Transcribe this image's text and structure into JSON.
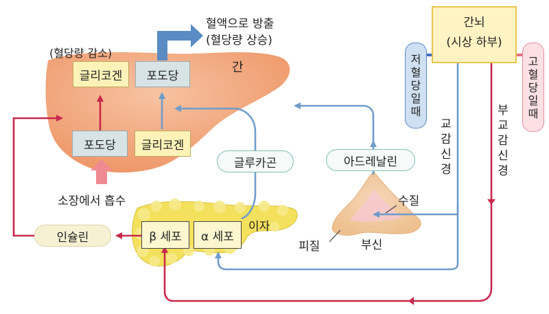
{
  "top": {
    "blood_release_line1": "혈액으로 방출",
    "blood_release_line2": "(혈당량 상승)"
  },
  "liver": {
    "name": "간",
    "decrease_note": "(혈당량 감소)",
    "glycogen_top": "글리코겐",
    "glucose_top": "포도당",
    "glucose_bottom": "포도당",
    "glycogen_bottom": "글리코겐",
    "intestine_absorb": "소장에서 흡수"
  },
  "hormones": {
    "insulin": "인슐린",
    "glucagon": "글루카곤",
    "adrenaline": "아드레날린"
  },
  "pancreas": {
    "name": "이자",
    "beta_cell": "β 세포",
    "alpha_cell": "α 세포"
  },
  "adrenal": {
    "medulla": "수질",
    "cortex": "피질",
    "name": "부신"
  },
  "hypothalamus": {
    "line1": "간뇌",
    "line2": "(시상 하부)"
  },
  "low_glucose": "저혈당일때",
  "high_glucose": "고혈당일때",
  "sympathetic_nerve": "교감신경",
  "parasympathetic_nerve": "부교감신경",
  "colors": {
    "blue_path": "#6f9ccb",
    "red_path": "#c8284b",
    "liver": "#f3a67c",
    "pancreas": "#f2e25c",
    "hypothalamus_fill": "#fff3c4",
    "hypothalamus_border": "#e8c34a"
  }
}
